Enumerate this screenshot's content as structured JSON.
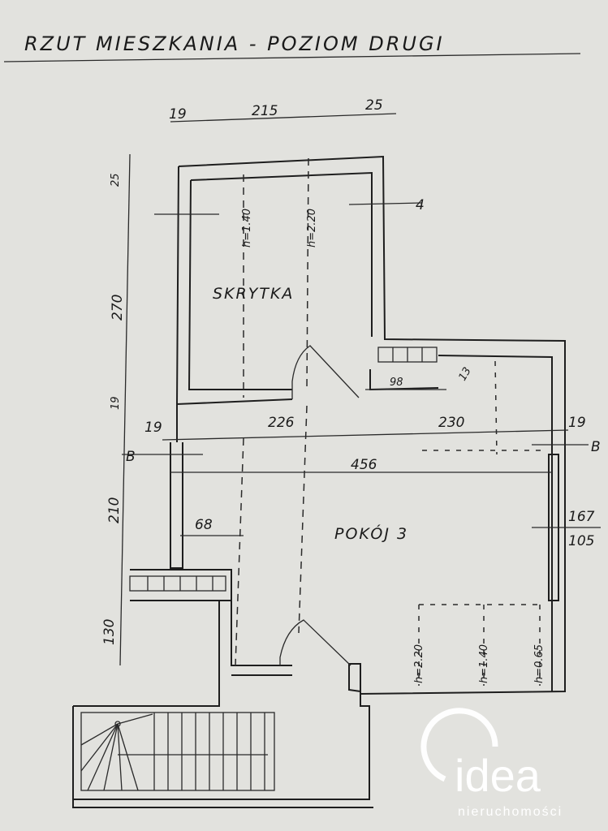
{
  "title": "RZUT MIESZKANIA - POZIOM DRUGI",
  "rooms": {
    "storage": "SKRYTKA",
    "room": "POKÓJ 3"
  },
  "dimensions": {
    "top_left": "19",
    "top_width": "215",
    "top_right": "25",
    "left_top": "25",
    "left_storage": "270",
    "left_wall": "19",
    "left_room": "210",
    "left_bottom": "130",
    "wall_left": "19",
    "span_226": "226",
    "span_230": "230",
    "wall_right": "19",
    "width_456": "456",
    "door_98": "98",
    "door_13": "13",
    "stair_68": "68",
    "win_167": "167",
    "win_105": "105"
  },
  "heights": {
    "h140_top": "h=1.40",
    "h220_top": "h=2.20",
    "h220_bottom": "h=2.20",
    "h140_bottom": "h=1.40",
    "h065_bottom": "h=0.65"
  },
  "markers": {
    "section_left": "B",
    "section_right": "B",
    "section_4": "4"
  },
  "logo": {
    "brand": "idea",
    "sub": "nieruchomości"
  }
}
